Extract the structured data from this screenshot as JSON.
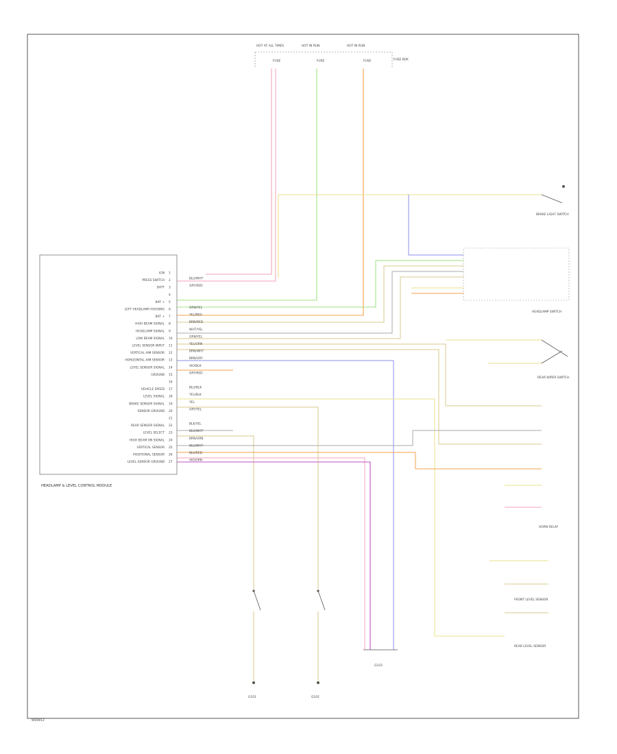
{
  "module": {
    "title": "HEADLAMP & LEVEL CONTROL MODULE",
    "pins": [
      {
        "num": "1",
        "label": "IGN"
      },
      {
        "num": "2",
        "label": "PRESS SWITCH",
        "wire": "BLU/WHT"
      },
      {
        "num": "3",
        "label": "BATT",
        "wire": "GRY/RED"
      },
      {
        "num": "4",
        "label": ""
      },
      {
        "num": "5",
        "label": "BAT +"
      },
      {
        "num": "6",
        "label": "LEFT HEADLAMP HOUSING",
        "wire": "GRN/YEL"
      },
      {
        "num": "7",
        "label": "BAT +",
        "wire": "YEL/RED"
      },
      {
        "num": "8",
        "label": "HIGH BEAM SIGNAL",
        "wire": "BRN/RED"
      },
      {
        "num": "9",
        "label": "HEADLAMP SIGNAL",
        "wire": "WHT/YEL"
      },
      {
        "num": "10",
        "label": "LOW BEAM SIGNAL",
        "wire": "GRN/YEL"
      },
      {
        "num": "11",
        "label": "LEVEL SENSOR INPUT",
        "wire": "YEL/GRN"
      },
      {
        "num": "12",
        "label": "VERTICAL AIM SENSOR",
        "wire": "BRN/WHT"
      },
      {
        "num": "13",
        "label": "HORIZONTAL AIM SENSOR",
        "wire": "BRN/GRY"
      },
      {
        "num": "14",
        "label": "LEVEL SENSOR SIGNAL",
        "wire": "VIO/BLK"
      },
      {
        "num": "15",
        "label": "GROUND",
        "wire": "GRY/RED"
      },
      {
        "num": "16",
        "label": ""
      },
      {
        "num": "17",
        "label": "VEHICLE SPEED",
        "wire": "BLU/BLK"
      },
      {
        "num": "18",
        "label": "LEVEL SIGNAL",
        "wire": "YEL/BLK"
      },
      {
        "num": "19",
        "label": "BRAKE SENSOR SIGNAL",
        "wire": "YEL"
      },
      {
        "num": "20",
        "label": "SENSOR GROUND",
        "wire": "GRY/YEL"
      },
      {
        "num": "21",
        "label": ""
      },
      {
        "num": "22",
        "label": "REAR SENSOR SIGNAL",
        "wire": "BLK/YEL"
      },
      {
        "num": "23",
        "label": "LEVEL SELECT",
        "wire": "BLU/WHT"
      },
      {
        "num": "24",
        "label": "HIGH BEAM ON SIGNAL",
        "wire": "BRN/GRN"
      },
      {
        "num": "25",
        "label": "VERTICAL SENSOR",
        "wire": "BLU/WHT"
      },
      {
        "num": "26",
        "label": "POSITIONAL SENSOR",
        "wire": "BLU/RED"
      },
      {
        "num": "27",
        "label": "LEVEL SENSOR GROUND",
        "wire": "VIO/GRN"
      }
    ]
  },
  "fuses": {
    "title_1": "HOT AT ALL TIMES",
    "title_2": "HOT IN RUN",
    "title_3": "HOT IN RUN",
    "label_1": "FUSE",
    "label_2": "FUSE",
    "label_3": "FUSE",
    "panel": "FUSE BOX"
  },
  "switches": {
    "brake": "BRAKE LIGHT SWITCH",
    "headlamp": "HEADLAMP SWITCH",
    "rear_wiper": "REAR WIPER SWITCH",
    "horn_relay": "HORN RELAY",
    "level_sensor_front": "FRONT LEVEL SENSOR",
    "level_sensor_rear": "REAR LEVEL SENSOR"
  },
  "grounds": {
    "g1": "G101",
    "g2": "G102",
    "g3": "G103"
  },
  "footer_code": "WD0012",
  "colors": {
    "pink": "#f4a3b7",
    "green": "#9ee37d",
    "orange": "#f6a04d",
    "yellow": "#e8e08a",
    "blue": "#8c8cf0",
    "violet": "#c050c0",
    "tan": "#d8c88e",
    "gray": "#aaaaaa"
  }
}
